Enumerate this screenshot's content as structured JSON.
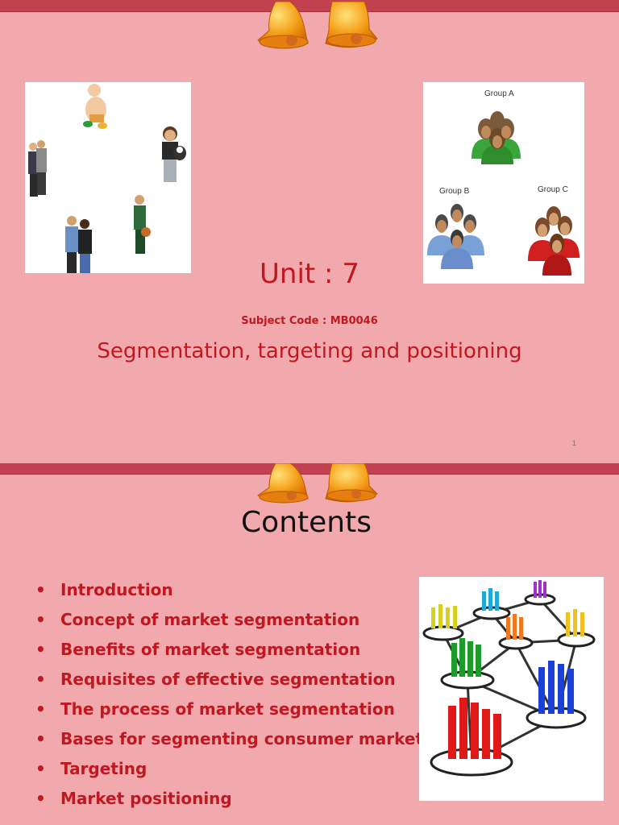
{
  "slide1": {
    "unit_title": "Unit : 7",
    "subject_code": "Subject Code : MB0046",
    "subtitle": "Segmentation, targeting and positioning",
    "page_number": "1",
    "groups_image": {
      "group_a_label": "Group A",
      "group_b_label": "Group B",
      "group_c_label": "Group C"
    }
  },
  "slide2": {
    "title": "Contents",
    "bullet_glyph": "•",
    "items": [
      "Introduction",
      "Concept of market segmentation",
      "Benefits of market segmentation",
      "Requisites of effective segmentation",
      "The process of market segmentation",
      "Bases for segmenting consumer markets",
      "Targeting",
      "Market positioning"
    ]
  },
  "colors": {
    "background": "#f1a9ae",
    "top_band": "#c2404f",
    "accent_text": "#c01820",
    "bell": "#f59a1a"
  },
  "icons": [
    "bell-icon",
    "people-icon"
  ]
}
